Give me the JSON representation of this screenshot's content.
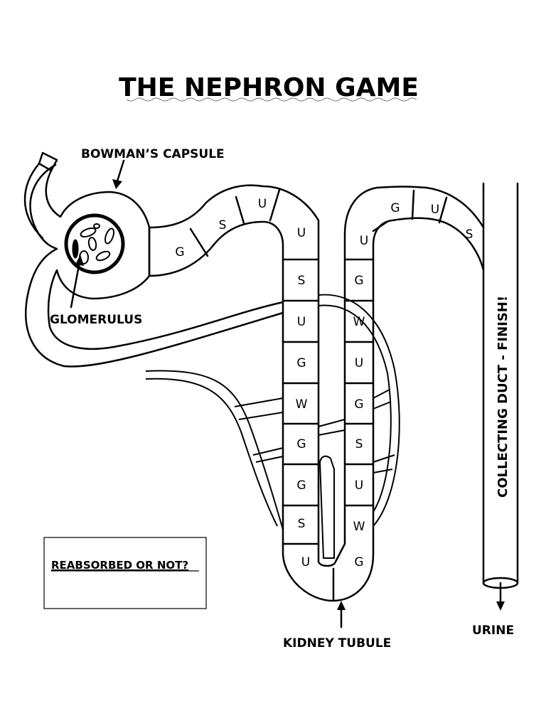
{
  "title": "THE NEPHRON GAME",
  "labels": {
    "bowmans_capsule": "BOWMAN’S CAPSULE",
    "glomerulus": "GLOMERULUS",
    "kidney_tubule": "KIDNEY TUBULE",
    "urine": "URINE",
    "collecting_duct": "COLLECTING DUCT - FINISH!"
  },
  "question_box": "REABSORBED OR NOT?",
  "path_cells": {
    "proximal": [
      "G",
      "S",
      "U"
    ],
    "descending": [
      "U",
      "S",
      "U",
      "G",
      "W",
      "G",
      "G",
      "S",
      "U"
    ],
    "ascending": [
      "G",
      "W",
      "U",
      "G",
      "S",
      "U",
      "W",
      "G"
    ],
    "top_right": [
      "U",
      "G",
      "U",
      "S"
    ]
  }
}
